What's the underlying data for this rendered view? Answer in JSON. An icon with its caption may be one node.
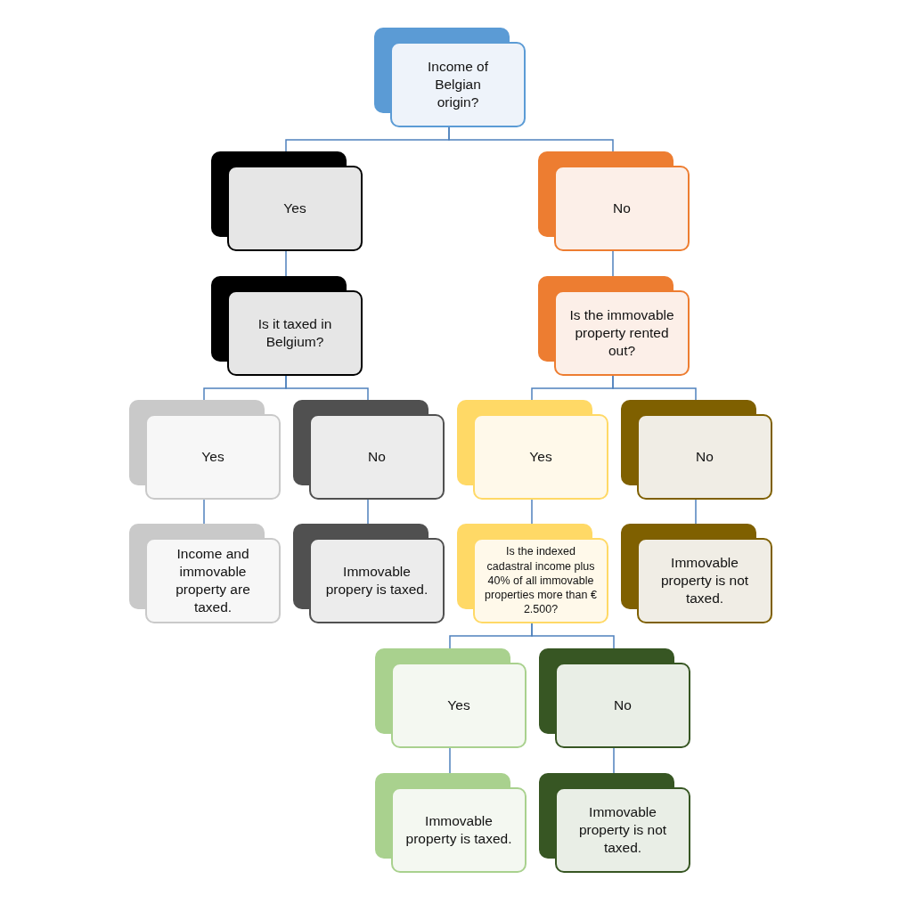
{
  "diagram": {
    "nodes": [
      {
        "text": [
          "Income of Belgian origin?"
        ]
      },
      {
        "text": [
          "Yes"
        ]
      },
      {
        "text": [
          "No"
        ]
      },
      {
        "text": [
          "Is it taxed in Belgium?"
        ]
      },
      {
        "text": [
          "Is the immovable property rented out?"
        ]
      },
      {
        "text": [
          "Yes"
        ]
      },
      {
        "text": [
          "No"
        ]
      },
      {
        "text": [
          "Yes"
        ]
      },
      {
        "text": [
          "No"
        ]
      },
      {
        "text": [
          "Income and immovable property are taxed."
        ]
      },
      {
        "text": [
          "Immovable propery is taxed."
        ]
      },
      {
        "text": [
          "Is the indexed cadastral income plus 40% of all immovable properties more than € 2.500?"
        ]
      },
      {
        "text": [
          "Immovable property is not taxed."
        ]
      },
      {
        "text": [
          "Yes"
        ]
      },
      {
        "text": [
          "No"
        ]
      },
      {
        "text": [
          "Immovable property is taxed."
        ]
      },
      {
        "text": [
          "Immovable property is not taxed."
        ]
      }
    ],
    "edges": [
      {
        "from": 0,
        "to": 1,
        "arrow": "none"
      },
      {
        "from": 0,
        "to": 2,
        "arrow": "none"
      },
      {
        "from": 1,
        "to": 3,
        "arrow": "none"
      },
      {
        "from": 2,
        "to": 4,
        "arrow": "none"
      },
      {
        "from": 3,
        "to": 5,
        "arrow": "none"
      },
      {
        "from": 3,
        "to": 6,
        "arrow": "none"
      },
      {
        "from": 4,
        "to": 7,
        "arrow": "none"
      },
      {
        "from": 4,
        "to": 8,
        "arrow": "none"
      },
      {
        "from": 5,
        "to": 9,
        "arrow": "none"
      },
      {
        "from": 6,
        "to": 10,
        "arrow": "none"
      },
      {
        "from": 7,
        "to": 11,
        "arrow": "none"
      },
      {
        "from": 8,
        "to": 12,
        "arrow": "none"
      },
      {
        "from": 11,
        "to": 13,
        "arrow": "none"
      },
      {
        "from": 11,
        "to": 14,
        "arrow": "none"
      },
      {
        "from": 13,
        "to": 15,
        "arrow": "none"
      },
      {
        "from": 14,
        "to": 16,
        "arrow": "none"
      }
    ]
  }
}
